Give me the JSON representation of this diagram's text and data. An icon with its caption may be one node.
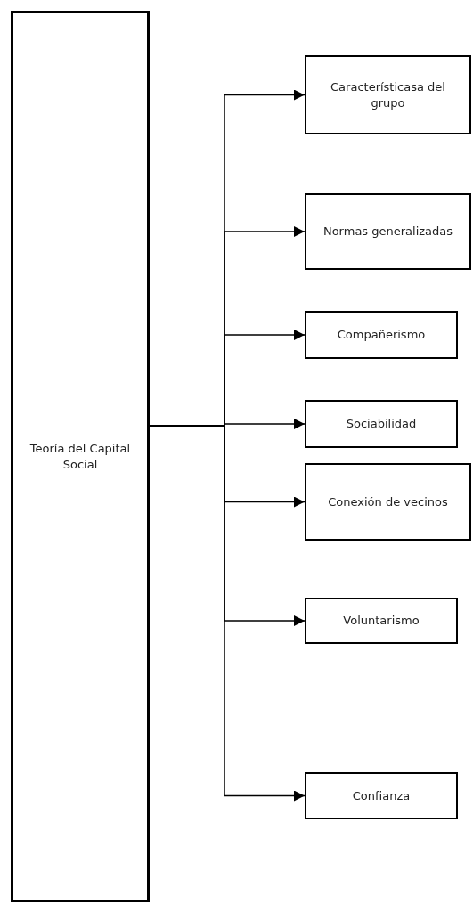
{
  "diagram": {
    "nodes": [
      {
        "text": [
          "Teoría del Capital Social"
        ]
      },
      {
        "text": [
          "Característicasa del grupo"
        ]
      },
      {
        "text": [
          "Normas generalizadas"
        ]
      },
      {
        "text": [
          "Compañerismo"
        ]
      },
      {
        "text": [
          "Sociabilidad"
        ]
      },
      {
        "text": [
          "Conexión de vecinos"
        ]
      },
      {
        "text": [
          "Voluntarismo"
        ]
      },
      {
        "text": [
          "Confianza"
        ]
      }
    ],
    "edges": [
      {
        "from": 0,
        "to": 1,
        "arrow": "to"
      },
      {
        "from": 0,
        "to": 2,
        "arrow": "to"
      },
      {
        "from": 0,
        "to": 3,
        "arrow": "to"
      },
      {
        "from": 0,
        "to": 4,
        "arrow": "to"
      },
      {
        "from": 0,
        "to": 5,
        "arrow": "to"
      },
      {
        "from": 0,
        "to": 6,
        "arrow": "to"
      },
      {
        "from": 0,
        "to": 7,
        "arrow": "to"
      }
    ]
  }
}
